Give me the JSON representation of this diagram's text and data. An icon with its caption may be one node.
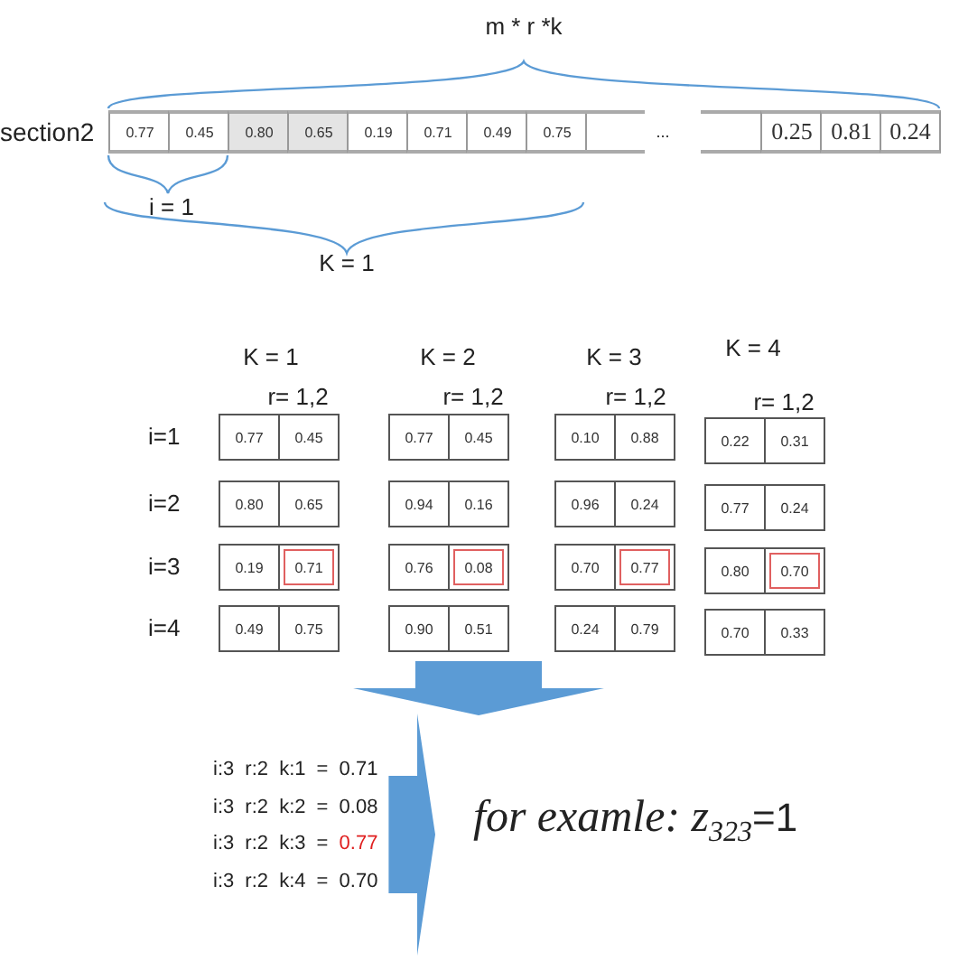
{
  "diagram": {
    "nodes": [
      {
        "text": [
          "i:3 r:2 k:1 = 0.71",
          "i:3 r:2 k:2 = 0.08",
          "i:3 r:2 k:3 = 0.77",
          "i:3 r:2 k:4 = 0.70"
        ]
      },
      {
        "text": [
          "*for examle: z*$_{323}$=1"
        ]
      }
    ],
    "edges": [
      {
        "from": null,
        "to": 0,
        "arrow": "to"
      },
      {
        "from": 0,
        "to": 1,
        "arrow": "to"
      }
    ],
    "labels": [
      "m * r *k",
      "section2",
      "0.77",
      "0.45",
      "0.80",
      "0.65",
      "0.19",
      "0.71",
      "0.49",
      "0.75",
      "...",
      "0.25",
      "0.81",
      "0.24",
      "i = 1",
      "K = 1",
      "K = 1",
      "K = 2",
      "K = 3",
      "K = 4",
      "r= 1,2",
      "r= 1,2",
      "r= 1,2",
      "r= 1,2",
      "i=1",
      "0.77",
      "0.45",
      "0.77",
      "0.45",
      "0.10",
      "0.88",
      "0.22",
      "0.31",
      "i=2",
      "0.80",
      "0.65",
      "0.94",
      "0.16",
      "0.96",
      "0.24",
      "0.77",
      "0.24",
      "i=3",
      "0.19",
      "0.71",
      "0.76",
      "0.08",
      "0.70",
      "0.77",
      "0.80",
      "0.70",
      "i=4",
      "0.49",
      "0.75",
      "0.90",
      "0.51",
      "0.24",
      "0.79",
      "0.70",
      "0.33"
    ]
  }
}
